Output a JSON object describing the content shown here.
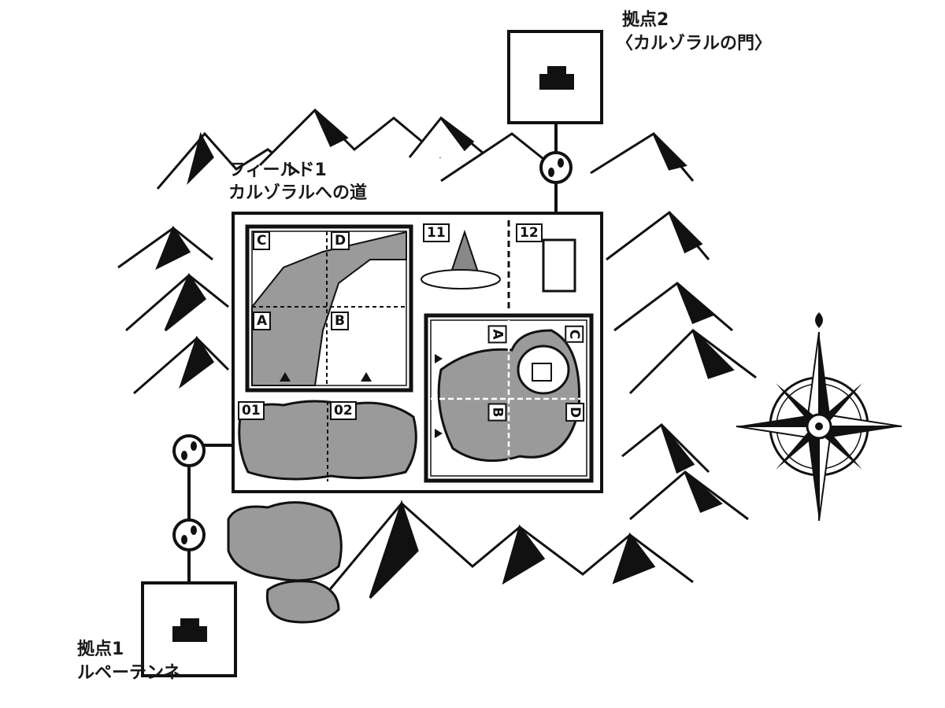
{
  "base2": {
    "title": "拠点2",
    "subtitle": "〈カルゾラルの門〉",
    "icon": "base-icon"
  },
  "base1": {
    "title": "拠点1",
    "subtitle": "ルペーテンネ",
    "icon": "base-icon"
  },
  "field": {
    "title": "フィールド1",
    "subtitle": "カルゾラルへの道",
    "left_area": {
      "cells": [
        "C",
        "D",
        "A",
        "B"
      ]
    },
    "areas": [
      "11",
      "12",
      "01",
      "02"
    ],
    "right_area": {
      "cells": [
        "A",
        "C",
        "B",
        "D"
      ]
    }
  },
  "icons": {
    "footprint": "footprints-icon",
    "compass": "compass-rose-icon"
  },
  "colors": {
    "ink": "#111111",
    "gray_fill": "#9a9a9a",
    "paper": "#ffffff"
  }
}
